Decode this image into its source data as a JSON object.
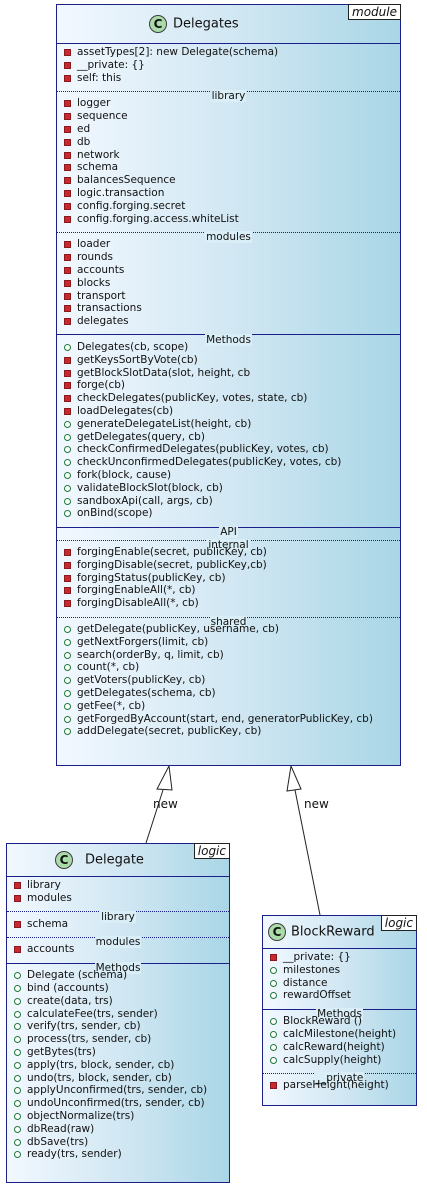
{
  "classes": {
    "delegates": {
      "name": "Delegates",
      "stereotype": "module",
      "icon": "C",
      "fields": [
        {
          "vis": "private",
          "text": "assetTypes[2]: new Delegate(schema)"
        },
        {
          "vis": "private",
          "text": "__private: {}"
        },
        {
          "vis": "private",
          "text": "self: this"
        }
      ],
      "library_label": "library",
      "library": [
        {
          "vis": "private",
          "text": "logger"
        },
        {
          "vis": "private",
          "text": "sequence"
        },
        {
          "vis": "private",
          "text": "ed"
        },
        {
          "vis": "private",
          "text": "db"
        },
        {
          "vis": "private",
          "text": "network"
        },
        {
          "vis": "private",
          "text": "schema"
        },
        {
          "vis": "private",
          "text": "balancesSequence"
        },
        {
          "vis": "private",
          "text": "logic.transaction"
        },
        {
          "vis": "private",
          "text": "config.forging.secret"
        },
        {
          "vis": "private",
          "text": "config.forging.access.whiteList"
        }
      ],
      "modules_label": "modules",
      "modules": [
        {
          "vis": "private",
          "text": "loader"
        },
        {
          "vis": "private",
          "text": "rounds"
        },
        {
          "vis": "private",
          "text": "accounts"
        },
        {
          "vis": "private",
          "text": "blocks"
        },
        {
          "vis": "private",
          "text": "transport"
        },
        {
          "vis": "private",
          "text": "transactions"
        },
        {
          "vis": "private",
          "text": "delegates"
        }
      ],
      "methods_label": "Methods",
      "methods": [
        {
          "vis": "public",
          "text": "Delegates(cb, scope)"
        },
        {
          "vis": "private",
          "text": "getKeysSortByVote(cb)"
        },
        {
          "vis": "private",
          "text": "getBlockSlotData(slot, height, cb"
        },
        {
          "vis": "private",
          "text": "forge(cb)"
        },
        {
          "vis": "private",
          "text": "checkDelegates(publicKey, votes, state, cb)"
        },
        {
          "vis": "private",
          "text": "loadDelegates(cb)"
        },
        {
          "vis": "public",
          "text": "generateDelegateList(height, cb)"
        },
        {
          "vis": "public",
          "text": "getDelegates(query, cb)"
        },
        {
          "vis": "public",
          "text": "checkConfirmedDelegates(publicKey, votes, cb)"
        },
        {
          "vis": "public",
          "text": "checkUnconfirmedDelegates(publicKey, votes, cb)"
        },
        {
          "vis": "public",
          "text": "fork(block, cause)"
        },
        {
          "vis": "public",
          "text": "validateBlockSlot(block, cb)"
        },
        {
          "vis": "public",
          "text": "sandboxApi(call, args, cb)"
        },
        {
          "vis": "public",
          "text": "onBind(scope)"
        }
      ],
      "api_label": "API",
      "internal_label": "internal",
      "internal": [
        {
          "vis": "private",
          "text": "forgingEnable(secret, publicKey, cb)"
        },
        {
          "vis": "private",
          "text": "forgingDisable(secret, publicKey,cb)"
        },
        {
          "vis": "private",
          "text": "forgingStatus(publicKey, cb)"
        },
        {
          "vis": "private",
          "text": "forgingEnableAll(*, cb)"
        },
        {
          "vis": "private",
          "text": "forgingDisableAll(*, cb)"
        }
      ],
      "shared_label": "shared",
      "shared": [
        {
          "vis": "public",
          "text": "getDelegate(publicKey, username, cb)"
        },
        {
          "vis": "public",
          "text": "getNextForgers(limit, cb)"
        },
        {
          "vis": "public",
          "text": "search(orderBy, q, limit, cb)"
        },
        {
          "vis": "public",
          "text": "count(*, cb)"
        },
        {
          "vis": "public",
          "text": "getVoters(publicKey, cb)"
        },
        {
          "vis": "public",
          "text": "getDelegates(schema, cb)"
        },
        {
          "vis": "public",
          "text": "getFee(*, cb)"
        },
        {
          "vis": "public",
          "text": "getForgedByAccount(start, end, generatorPublicKey, cb)"
        },
        {
          "vis": "public",
          "text": "addDelegate(secret, publicKey, cb)"
        }
      ]
    },
    "delegate": {
      "name": "Delegate",
      "stereotype": "logic",
      "icon": "C",
      "fields": [
        {
          "vis": "private",
          "text": "library"
        },
        {
          "vis": "private",
          "text": "modules"
        }
      ],
      "library_label": "library",
      "library": [
        {
          "vis": "private",
          "text": "schema"
        }
      ],
      "modules_label": "modules",
      "modules": [
        {
          "vis": "private",
          "text": "accounts"
        }
      ],
      "methods_label": "Methods",
      "methods": [
        {
          "vis": "public",
          "text": "Delegate (schema)"
        },
        {
          "vis": "public",
          "text": "bind (accounts)"
        },
        {
          "vis": "public",
          "text": "create(data, trs)"
        },
        {
          "vis": "public",
          "text": "calculateFee(trs, sender)"
        },
        {
          "vis": "public",
          "text": "verify(trs, sender, cb)"
        },
        {
          "vis": "public",
          "text": "process(trs, sender, cb)"
        },
        {
          "vis": "public",
          "text": "getBytes(trs)"
        },
        {
          "vis": "public",
          "text": "apply(trs, block, sender, cb)"
        },
        {
          "vis": "public",
          "text": "undo(trs, block, sender, cb)"
        },
        {
          "vis": "public",
          "text": "applyUnconfirmed(trs, sender, cb)"
        },
        {
          "vis": "public",
          "text": "undoUnconfirmed(trs, sender, cb)"
        },
        {
          "vis": "public",
          "text": "objectNormalize(trs)"
        },
        {
          "vis": "public",
          "text": "dbRead(raw)"
        },
        {
          "vis": "public",
          "text": "dbSave(trs)"
        },
        {
          "vis": "public",
          "text": "ready(trs, sender)"
        }
      ]
    },
    "blockreward": {
      "name": "BlockReward",
      "stereotype": "logic",
      "icon": "C",
      "fields": [
        {
          "vis": "private",
          "text": "__private: {}"
        },
        {
          "vis": "public",
          "text": "milestones"
        },
        {
          "vis": "public",
          "text": "distance"
        },
        {
          "vis": "public",
          "text": "rewardOffset"
        }
      ],
      "methods_label": "Methods",
      "methods": [
        {
          "vis": "public",
          "text": "BlockReward ()"
        },
        {
          "vis": "public",
          "text": "calcMilestone(height)"
        },
        {
          "vis": "public",
          "text": "calcReward(height)"
        },
        {
          "vis": "public",
          "text": "calcSupply(height)"
        }
      ],
      "private_label": "__private",
      "private": [
        {
          "vis": "private",
          "text": "parseHeight(height)"
        }
      ]
    }
  },
  "relations": [
    {
      "from": "delegate",
      "to": "delegates",
      "type": "inheritance",
      "label": "new"
    },
    {
      "from": "blockreward",
      "to": "delegates",
      "type": "inheritance",
      "label": "new"
    }
  ],
  "colors": {
    "border": "#1a1f8a",
    "class_fill_light": "#f2f8ff",
    "class_fill_dark": "#a9d6e6",
    "icon_fill": "#aadba8",
    "private_marker": "#c82930",
    "public_marker": "#1f7a3a"
  }
}
